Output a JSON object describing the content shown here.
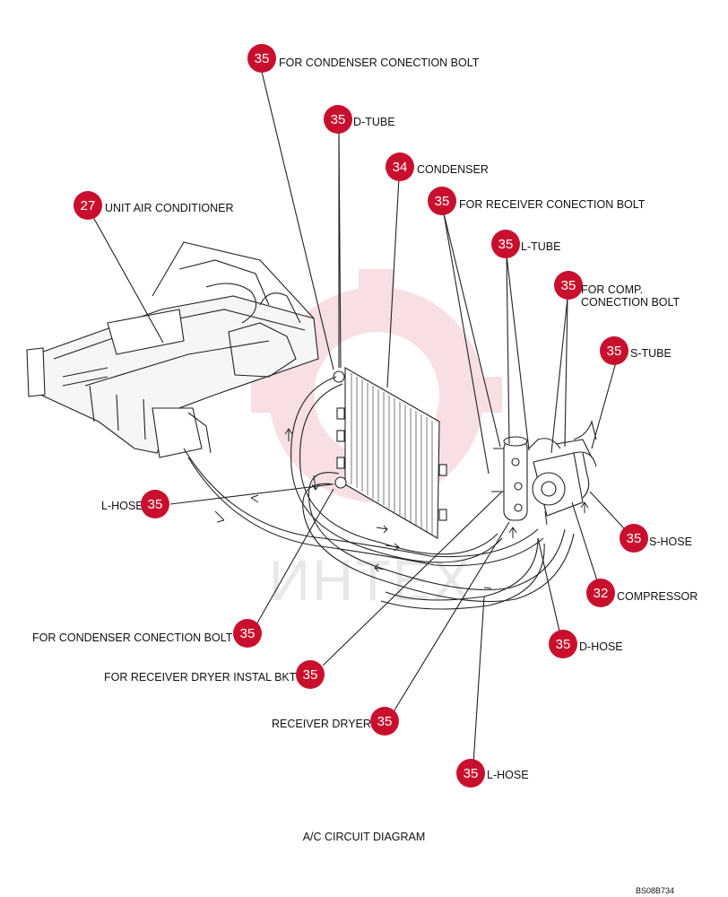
{
  "caption": "A/C CIRCUIT DIAGRAM",
  "drawing_code": "BS08B734",
  "watermark": "ИНТЕХ",
  "brand_color": "#c8102e",
  "callouts": [
    {
      "id": "c1",
      "number": "35",
      "label": "FOR CONDENSER CONECTION BOLT"
    },
    {
      "id": "c2",
      "number": "35",
      "label": "D-TUBE"
    },
    {
      "id": "c3",
      "number": "34",
      "label": "CONDENSER"
    },
    {
      "id": "c4",
      "number": "35",
      "label": "FOR RECEIVER CONECTION BOLT"
    },
    {
      "id": "c5",
      "number": "27",
      "label": "UNIT AIR CONDITIONER"
    },
    {
      "id": "c6",
      "number": "35",
      "label": "L-TUBE"
    },
    {
      "id": "c7",
      "number": "35",
      "label": "FOR COMP.\nCONECTION BOLT"
    },
    {
      "id": "c8",
      "number": "35",
      "label": "S-TUBE"
    },
    {
      "id": "c9",
      "number": "35",
      "label": "L-HOSE"
    },
    {
      "id": "c10",
      "number": "35",
      "label": "S-HOSE"
    },
    {
      "id": "c11",
      "number": "32",
      "label": "COMPRESSOR"
    },
    {
      "id": "c12",
      "number": "35",
      "label": "FOR CONDENSER CONECTION BOLT"
    },
    {
      "id": "c13",
      "number": "35",
      "label": "D-HOSE"
    },
    {
      "id": "c14",
      "number": "35",
      "label": "FOR RECEIVER DRYER INSTAL BKT"
    },
    {
      "id": "c15",
      "number": "35",
      "label": "RECEIVER DRYER"
    },
    {
      "id": "c16",
      "number": "35",
      "label": "L-HOSE"
    }
  ]
}
